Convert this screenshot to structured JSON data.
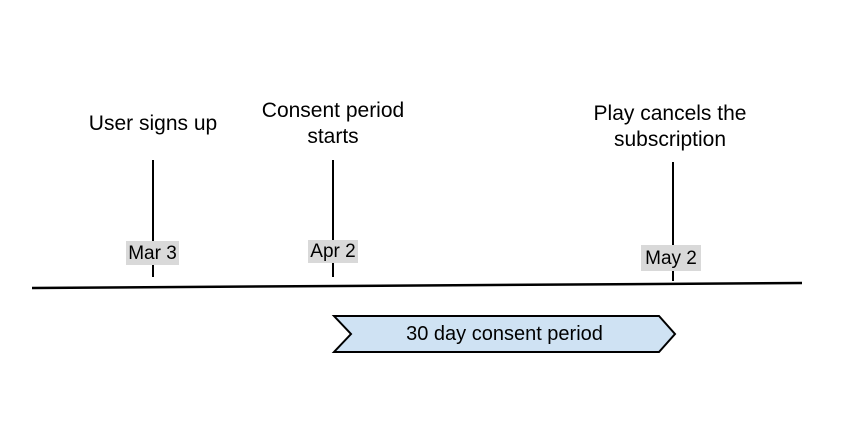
{
  "diagram": {
    "events": [
      {
        "label": "User signs up",
        "date": "Mar 3"
      },
      {
        "label": "Consent period starts",
        "date": "Apr 2"
      },
      {
        "label": "Play cancels the subscription",
        "date": "May 2"
      }
    ],
    "banner": {
      "label": "30 day consent period"
    }
  },
  "colors": {
    "background": "#ffffff",
    "text": "#000000",
    "line": "#000000",
    "chip_bg": "#d9d9d9",
    "banner_fill": "#cfe2f3",
    "banner_stroke": "#000000"
  }
}
